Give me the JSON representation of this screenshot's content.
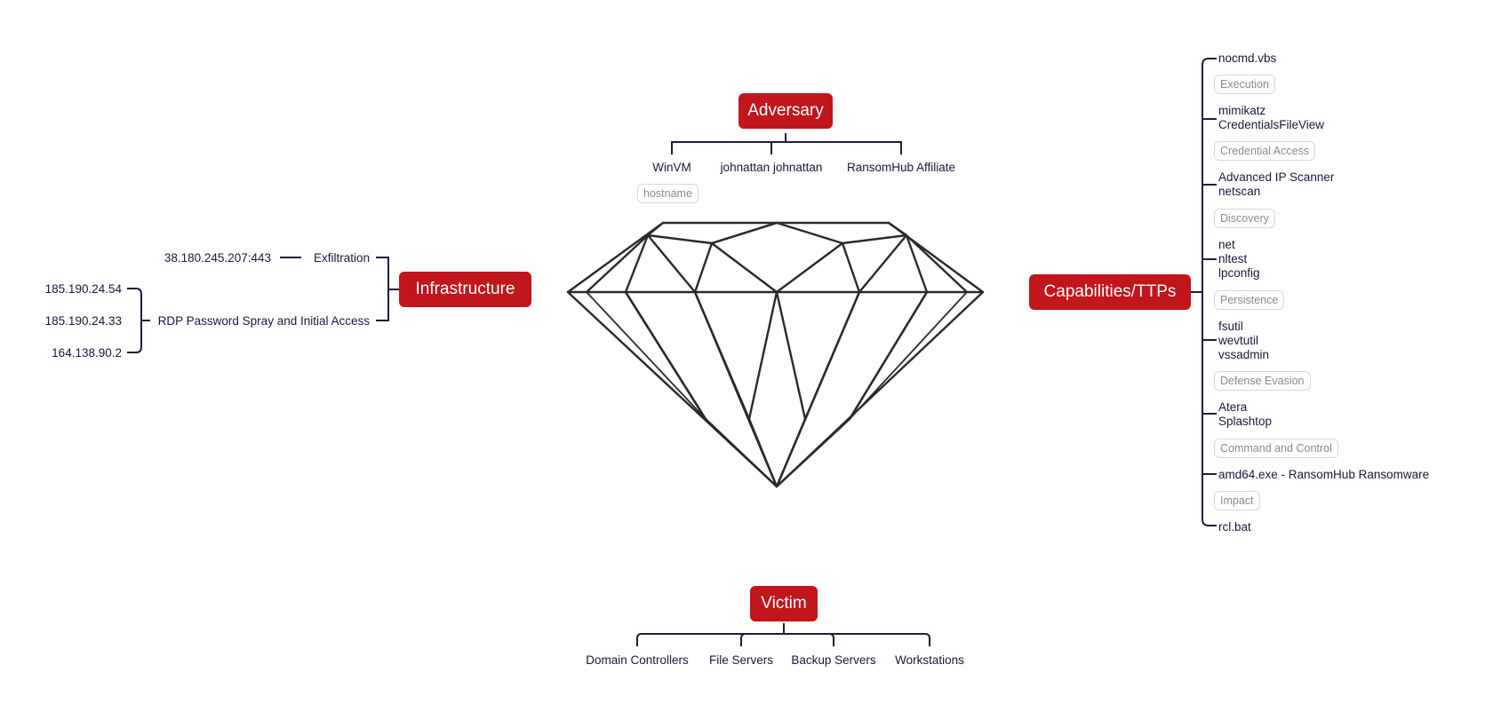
{
  "adversary": {
    "title": "Adversary",
    "items": [
      "WinVM",
      "johnattan johnattan",
      "RansomHub Affiliate"
    ],
    "hostname_tag": "hostname"
  },
  "infrastructure": {
    "title": "Infrastructure",
    "exfil": {
      "ip": "38.180.245.207:443",
      "label": "Exfiltration"
    },
    "rdp": {
      "label": "RDP Password Spray and Initial Access",
      "ips": [
        "185.190.24.54",
        "185.190.24.33",
        "164.138.90.2"
      ]
    }
  },
  "capabilities": {
    "title": "Capabilities/TTPs",
    "groups": [
      {
        "tools": [
          "nocmd.vbs"
        ],
        "tactic": "Execution"
      },
      {
        "tools": [
          "mimikatz",
          "CredentialsFileView"
        ],
        "tactic": "Credential Access"
      },
      {
        "tools": [
          "Advanced IP Scanner",
          "netscan"
        ],
        "tactic": "Discovery"
      },
      {
        "tools": [
          "net",
          "nltest",
          "lpconfig"
        ],
        "tactic": "Persistence"
      },
      {
        "tools": [
          "fsutil",
          "wevtutil",
          "vssadmin"
        ],
        "tactic": "Defense Evasion"
      },
      {
        "tools": [
          "Atera",
          "Splashtop"
        ],
        "tactic": "Command and Control"
      },
      {
        "tools": [
          "amd64.exe - RansomHub Ransomware"
        ],
        "tactic": "Impact"
      },
      {
        "tools": [
          "rcl.bat"
        ],
        "tactic": ""
      }
    ]
  },
  "victim": {
    "title": "Victim",
    "items": [
      "Domain Controllers",
      "File Servers",
      "Backup Servers",
      "Workstations"
    ]
  },
  "colors": {
    "node": "#c0161c",
    "connector": "#1a1f3d",
    "diamond": "#2a2a2a"
  }
}
